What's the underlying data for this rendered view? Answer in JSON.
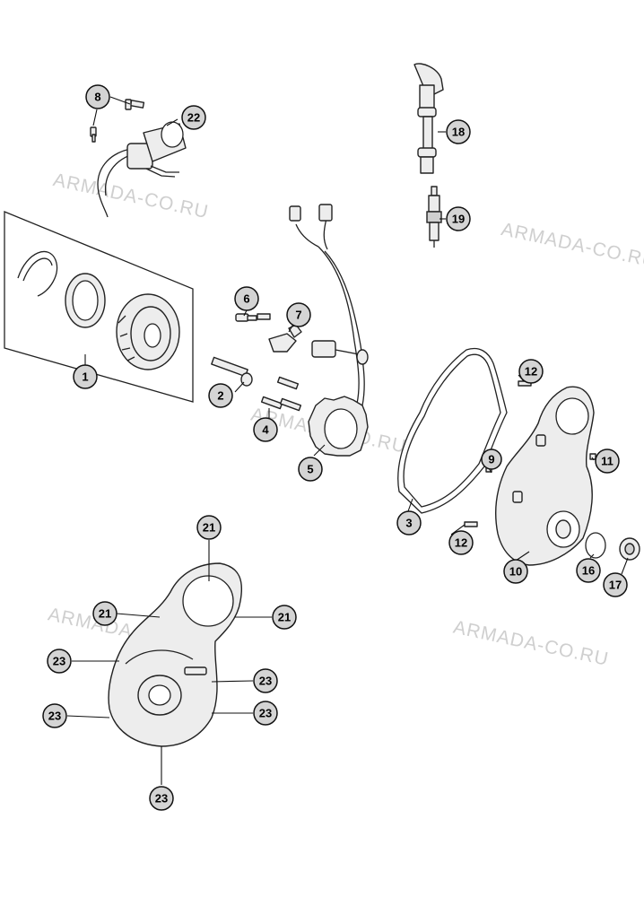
{
  "watermark_text": "ARMADA-CO.RU",
  "callouts": {
    "c1": "1",
    "c2": "2",
    "c3": "3",
    "c4": "4",
    "c5": "5",
    "c6": "6",
    "c7": "7",
    "c8": "8",
    "c9": "9",
    "c10": "10",
    "c11": "11",
    "c12a": "12",
    "c12b": "12",
    "c16": "16",
    "c17": "17",
    "c18": "18",
    "c19": "19",
    "c21a": "21",
    "c21b": "21",
    "c21c": "21",
    "c22": "22",
    "c23a": "23",
    "c23b": "23",
    "c23c": "23",
    "c23d": "23",
    "c23e": "23"
  }
}
